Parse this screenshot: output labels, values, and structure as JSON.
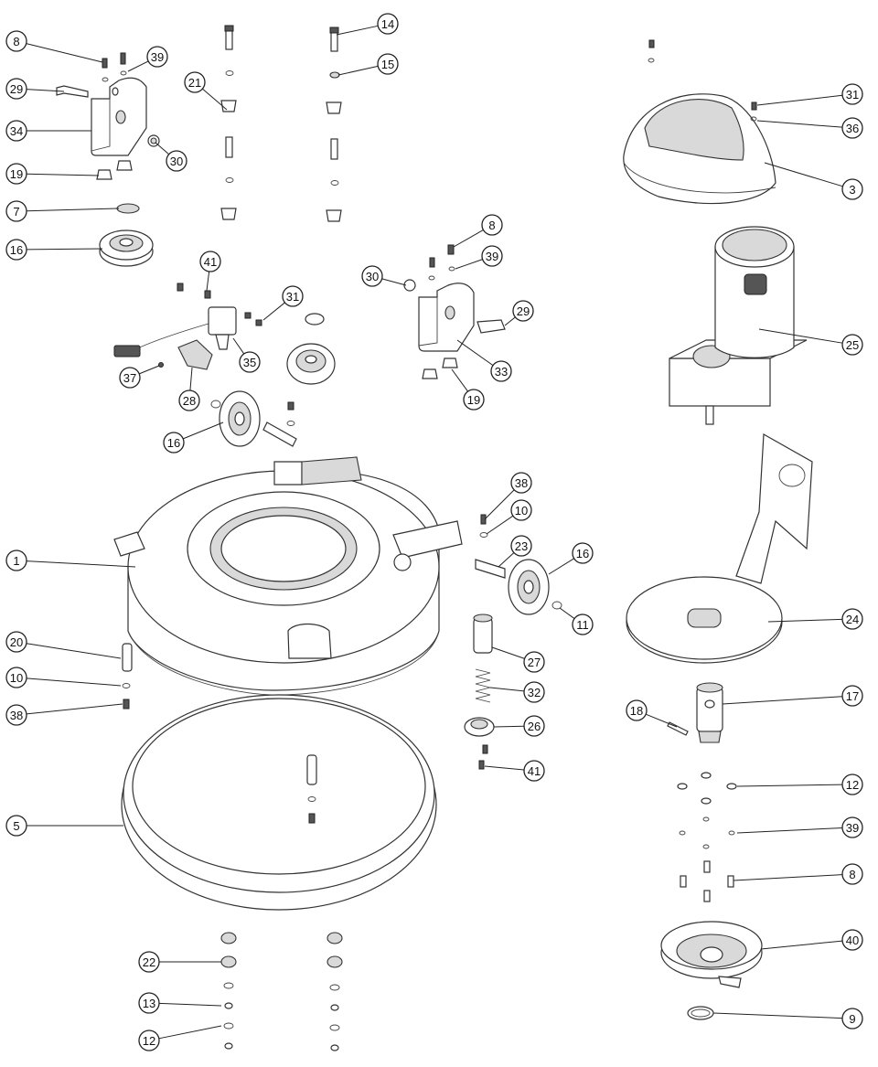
{
  "diagram": {
    "callouts": [
      "8",
      "39",
      "29",
      "34",
      "30",
      "19",
      "7",
      "16",
      "21",
      "14",
      "15",
      "41",
      "31",
      "35",
      "37",
      "28",
      "16",
      "30",
      "8",
      "39",
      "29",
      "33",
      "19",
      "31",
      "36",
      "3",
      "25",
      "1",
      "38",
      "10",
      "23",
      "16",
      "11",
      "24",
      "20",
      "10",
      "38",
      "27",
      "32",
      "26",
      "41",
      "5",
      "18",
      "17",
      "12",
      "39",
      "8",
      "40",
      "9",
      "22",
      "13",
      "12"
    ]
  }
}
